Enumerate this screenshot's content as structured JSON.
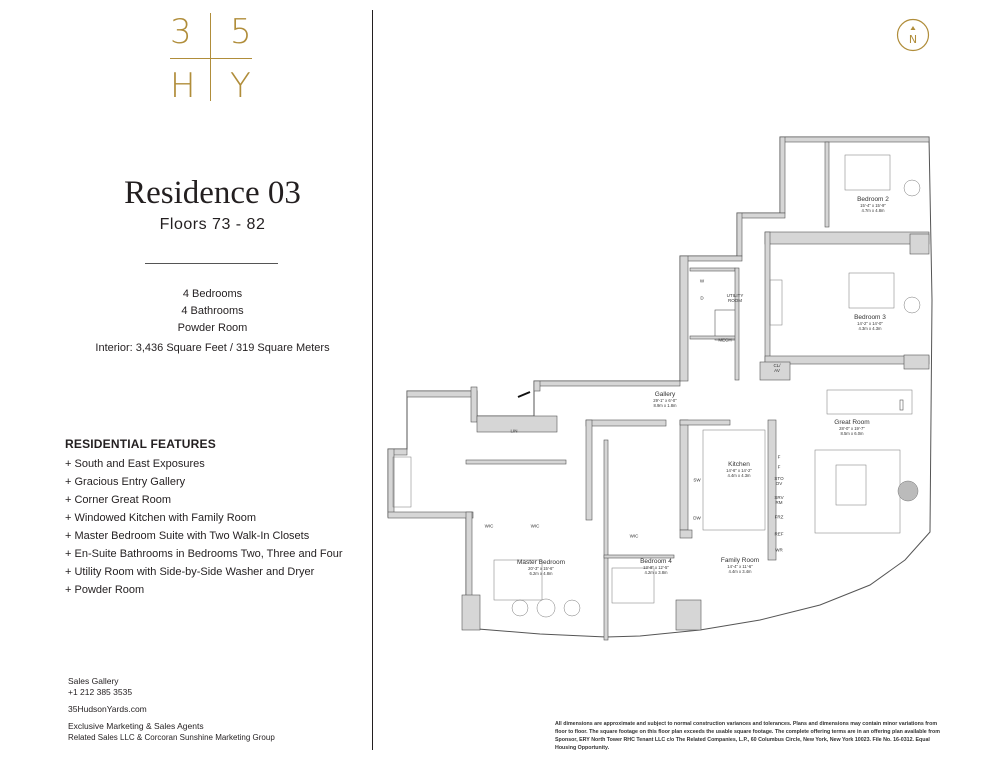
{
  "logo": {
    "chars": [
      "3",
      "5",
      "H",
      "Y"
    ],
    "color": "#b08d3a"
  },
  "residence": {
    "title": "Residence 03",
    "floors": "Floors 73 - 82",
    "specs": [
      "4 Bedrooms",
      "4 Bathrooms",
      "Powder Room",
      "Interior: 3,436 Square Feet / 319 Square Meters"
    ]
  },
  "features": {
    "heading": "RESIDENTIAL FEATURES",
    "items": [
      "South and East Exposures",
      "Gracious Entry Gallery",
      "Corner Great Room",
      "Windowed Kitchen with Family Room",
      "Master Bedroom Suite with Two Walk-In Closets",
      "En-Suite Bathrooms in Bedrooms Two, Three and Four",
      "Utility Room with Side-by-Side Washer and Dryer",
      "Powder Room"
    ]
  },
  "contact": {
    "gallery": "Sales Gallery",
    "phone": "+1 212 385 3535",
    "website": "35HudsonYards.com",
    "agents_heading": "Exclusive Marketing & Sales Agents",
    "agents": "Related Sales LLC & Corcoran Sunshine Marketing Group"
  },
  "compass": {
    "label": "N",
    "icon": "north-arrow-icon"
  },
  "disclaimer": "All dimensions are approximate and subject to normal construction variances and tolerances. Plans and dimensions may contain minor variations from floor to floor. The square footage on this floor plan exceeds the usable square footage. The complete offering terms are in an offering plan available from Sponsor, ERY North Tower RHC Tenant LLC c/o The Related Companies, L.P., 60 Columbus Circle, New York, New York 10023. File No. 16-0312. Equal Housing Opportunity.",
  "rooms": {
    "bedroom2": {
      "name": "Bedroom 2",
      "ft": "15'-4\" x 15'-9\"",
      "m": "4.7m x 4.8m"
    },
    "bedroom3": {
      "name": "Bedroom 3",
      "ft": "14'-2\" x 14'-0\"",
      "m": "4.3m x 4.3m"
    },
    "gallery": {
      "name": "Gallery",
      "ft": "29'-1\" x 6'-0\"",
      "m": "8.9m x 1.8m"
    },
    "great_room": {
      "name": "Great Room",
      "ft": "28'-0\" x 19'-7\"",
      "m": "8.5m x 6.0m"
    },
    "kitchen": {
      "name": "Kitchen",
      "ft": "14'-6\" x 14'-2\"",
      "m": "4.4m x 4.3m"
    },
    "master": {
      "name": "Master Bedroom",
      "ft": "20'-3\" x 15'-6\"",
      "m": "6.2m x 4.8m"
    },
    "bedroom4": {
      "name": "Bedroom 4",
      "ft": "13'-8\" x 12'-5\"",
      "m": "4.2m x 3.8m"
    },
    "family_room": {
      "name": "Family Room",
      "ft": "14'-4\" x 11'-6\"",
      "m": "4.4m x 3.4m"
    }
  },
  "small_labels": {
    "utility": "UTILITY ROOM",
    "mech": "MECH",
    "w": "W",
    "d": "D",
    "lin": "LIN",
    "wic1": "WIC",
    "wic2": "WIC",
    "wic3": "WIC",
    "clav": "CL/ AV",
    "sw": "SW",
    "dw": "DW",
    "f1": "F",
    "f2": "F",
    "stoov": "STO OV",
    "srvrm": "SRV RM",
    "frz": "FRZ",
    "ref": "REF",
    "wr": "WR"
  }
}
